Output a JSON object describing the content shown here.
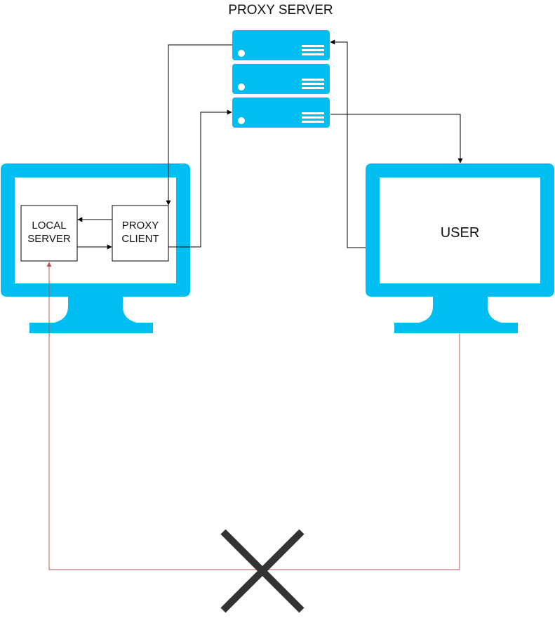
{
  "title": "PROXY SERVER",
  "nodes": {
    "local_server": "LOCAL\nSERVER",
    "proxy_client": "PROXY\nCLIENT",
    "user": "USER"
  },
  "colors": {
    "device": "#00BEF2",
    "connection": "#000000",
    "blocked_path": "#B85450",
    "cross": "#333333"
  },
  "icons": {
    "server": "server-rack-icon",
    "monitor": "desktop-monitor-icon",
    "blocked": "cross-icon"
  }
}
